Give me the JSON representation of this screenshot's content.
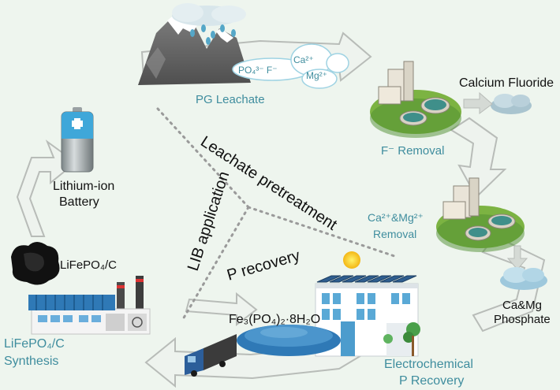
{
  "colors": {
    "background": "#eef5ee",
    "teal_label": "#3f8d9e",
    "black_label": "#111111",
    "arrow_fill": "#eef3ee",
    "arrow_stroke": "#b8bcb8",
    "divider": "#9a9a9a"
  },
  "labels": {
    "pg_leachate": "PG Leachate",
    "ions_po4_f": "PO₄³⁻ F⁻",
    "ion_ca": "Ca²⁺",
    "ion_mg": "Mg²⁺",
    "calcium_fluoride": "Calcium Fluoride",
    "f_removal": "F⁻ Removal",
    "camg_removal_line1": "Ca²⁺&Mg²⁺",
    "camg_removal_line2": "Removal",
    "camg_phosphate_line1": "Ca&Mg",
    "camg_phosphate_line2": "Phosphate",
    "electrochem_line1": "Electrochemical",
    "electrochem_line2": "P Recovery",
    "fe_phosphate": "Fe₃(PO₄)₂·8H₂O",
    "lifepo4_c": "LiFePO₄/C",
    "synthesis_line1": "LiFePO₄/C",
    "synthesis_line2": "Synthesis",
    "battery_line1": "Lithium-ion",
    "battery_line2": "Battery",
    "section_leachate": "Leachate pretreatment",
    "section_lib": "LIB application",
    "section_p": "P recovery"
  }
}
